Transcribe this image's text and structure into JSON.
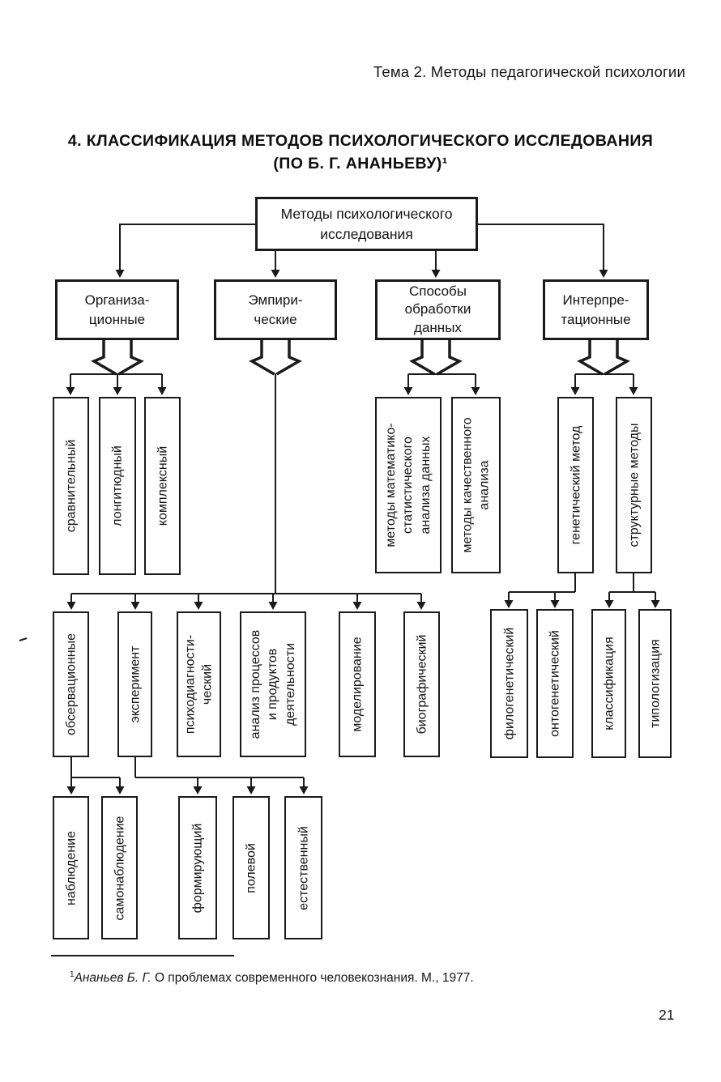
{
  "page": {
    "header": "Тема 2. Методы педагогической психологии",
    "title": "4. КЛАССИФИКАЦИЯ МЕТОДОВ ПСИХОЛОГИЧЕСКОГО ИССЛЕДОВАНИЯ\n(ПО Б. Г. АНАНЬЕВУ)¹",
    "page_number": "21",
    "footnote": {
      "marker": "1",
      "author": "Ананьев Б. Г.",
      "text": " О проблемах современного человекознания. М., 1977."
    }
  },
  "diagram": {
    "root": "Методы психологического\nисследования",
    "level2": {
      "org": "Организа-\nционные",
      "emp": "Эмпири-\nческие",
      "spo": "Способы\nобработки\nданных",
      "interp": "Интерпре-\nтационные"
    },
    "org_children": {
      "sravnitelnyy": "сравнительный",
      "longityudnyy": "лонгитюдный",
      "kompleksnyy": "комплексный"
    },
    "spo_children": {
      "mat_stat": "методы математико-\nстатистического\nанализа данных",
      "kachestv": "методы качественного\nанализа"
    },
    "interp_children": {
      "genetic": "генетический метод",
      "structural": "структурные методы"
    },
    "emp_children": {
      "observ": "обсервационные",
      "experiment": "эксперимент",
      "psychodiag": "психодиагности-\nческий",
      "analysis": "анализ процессов\nи продуктов\nдеятельности",
      "modeling": "моделирование",
      "biograph": "биографический"
    },
    "gen_children": {
      "phylo": "филогенетический",
      "onto": "онтогенетический"
    },
    "str_children": {
      "classif": "классификация",
      "typolog": "типологизация"
    },
    "obs_children": {
      "nablyudenie": "наблюдение",
      "samonablyudenie": "самонаблюдение"
    },
    "exp_children": {
      "formir": "формирующий",
      "polevoy": "полевой",
      "estestv": "естественный"
    }
  }
}
